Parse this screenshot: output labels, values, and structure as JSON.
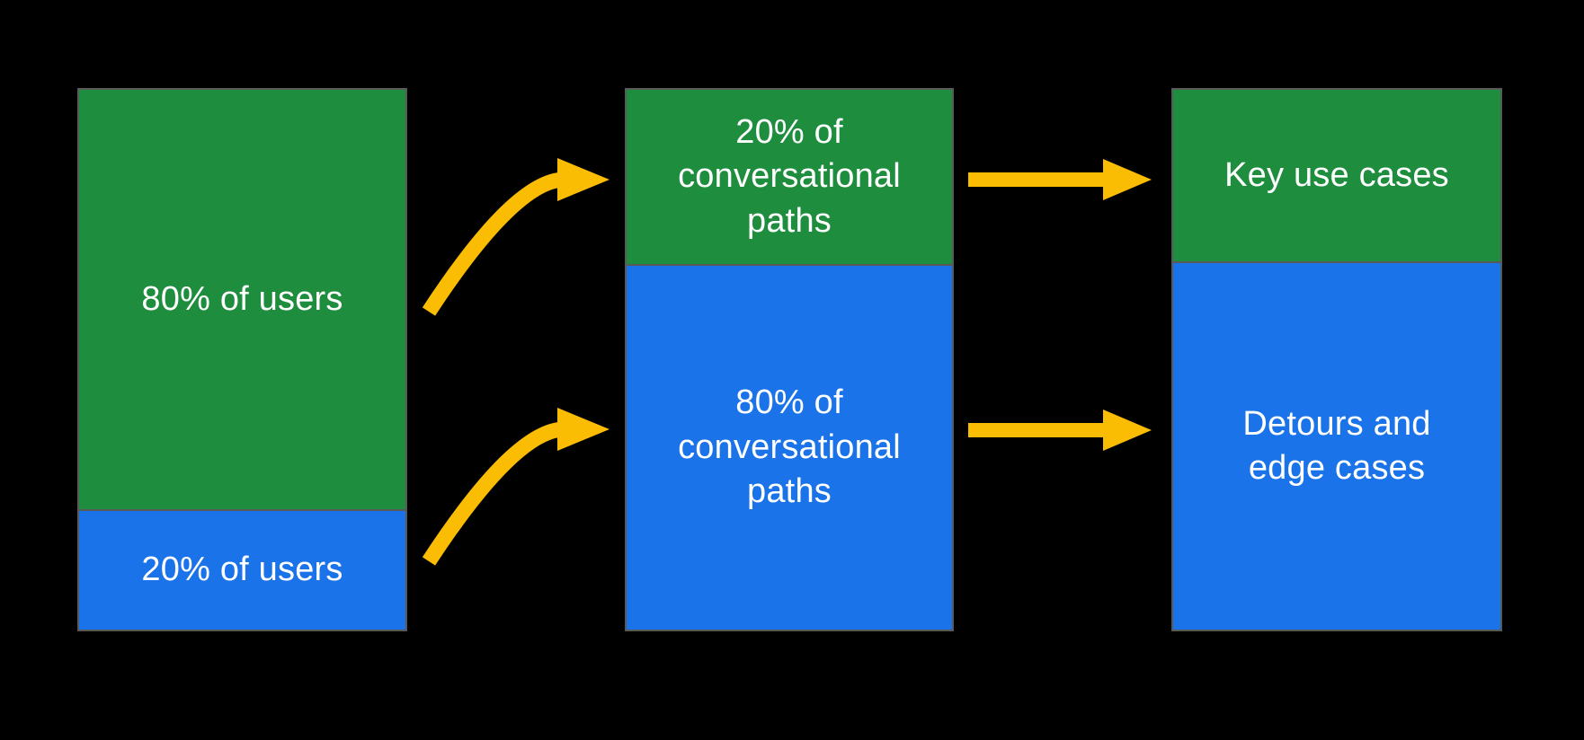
{
  "diagram": {
    "background_color": "#000000",
    "colors": {
      "green_segment": "#1e8e3e",
      "blue_segment": "#1a73e8",
      "arrow_yellow": "#FBBC04",
      "column_border": "#595959",
      "label_text": "#ffffff"
    },
    "columns": [
      {
        "name": "users",
        "segments": [
          {
            "color": "green",
            "percent": 80,
            "label": "80% of users"
          },
          {
            "color": "blue",
            "percent": 20,
            "label": "20% of users"
          }
        ]
      },
      {
        "name": "conversational-paths",
        "segments": [
          {
            "color": "green",
            "percent": 20,
            "label": "20% of\nconversational\npaths"
          },
          {
            "color": "blue",
            "percent": 80,
            "label": "80% of\nconversational\npaths"
          }
        ]
      },
      {
        "name": "outcomes",
        "segments": [
          {
            "color": "green",
            "label": "Key use cases"
          },
          {
            "color": "blue",
            "label": "Detours and\nedge cases"
          }
        ]
      }
    ],
    "arrows": [
      {
        "name": "curved-arrow-top",
        "from": "80% of users",
        "to": "20% of conversational paths"
      },
      {
        "name": "curved-arrow-bottom",
        "from": "20% of users",
        "to": "80% of conversational paths"
      },
      {
        "name": "straight-arrow-top",
        "from": "20% of conversational paths",
        "to": "Key use cases"
      },
      {
        "name": "straight-arrow-bottom",
        "from": "80% of conversational paths",
        "to": "Detours and edge cases"
      }
    ]
  }
}
